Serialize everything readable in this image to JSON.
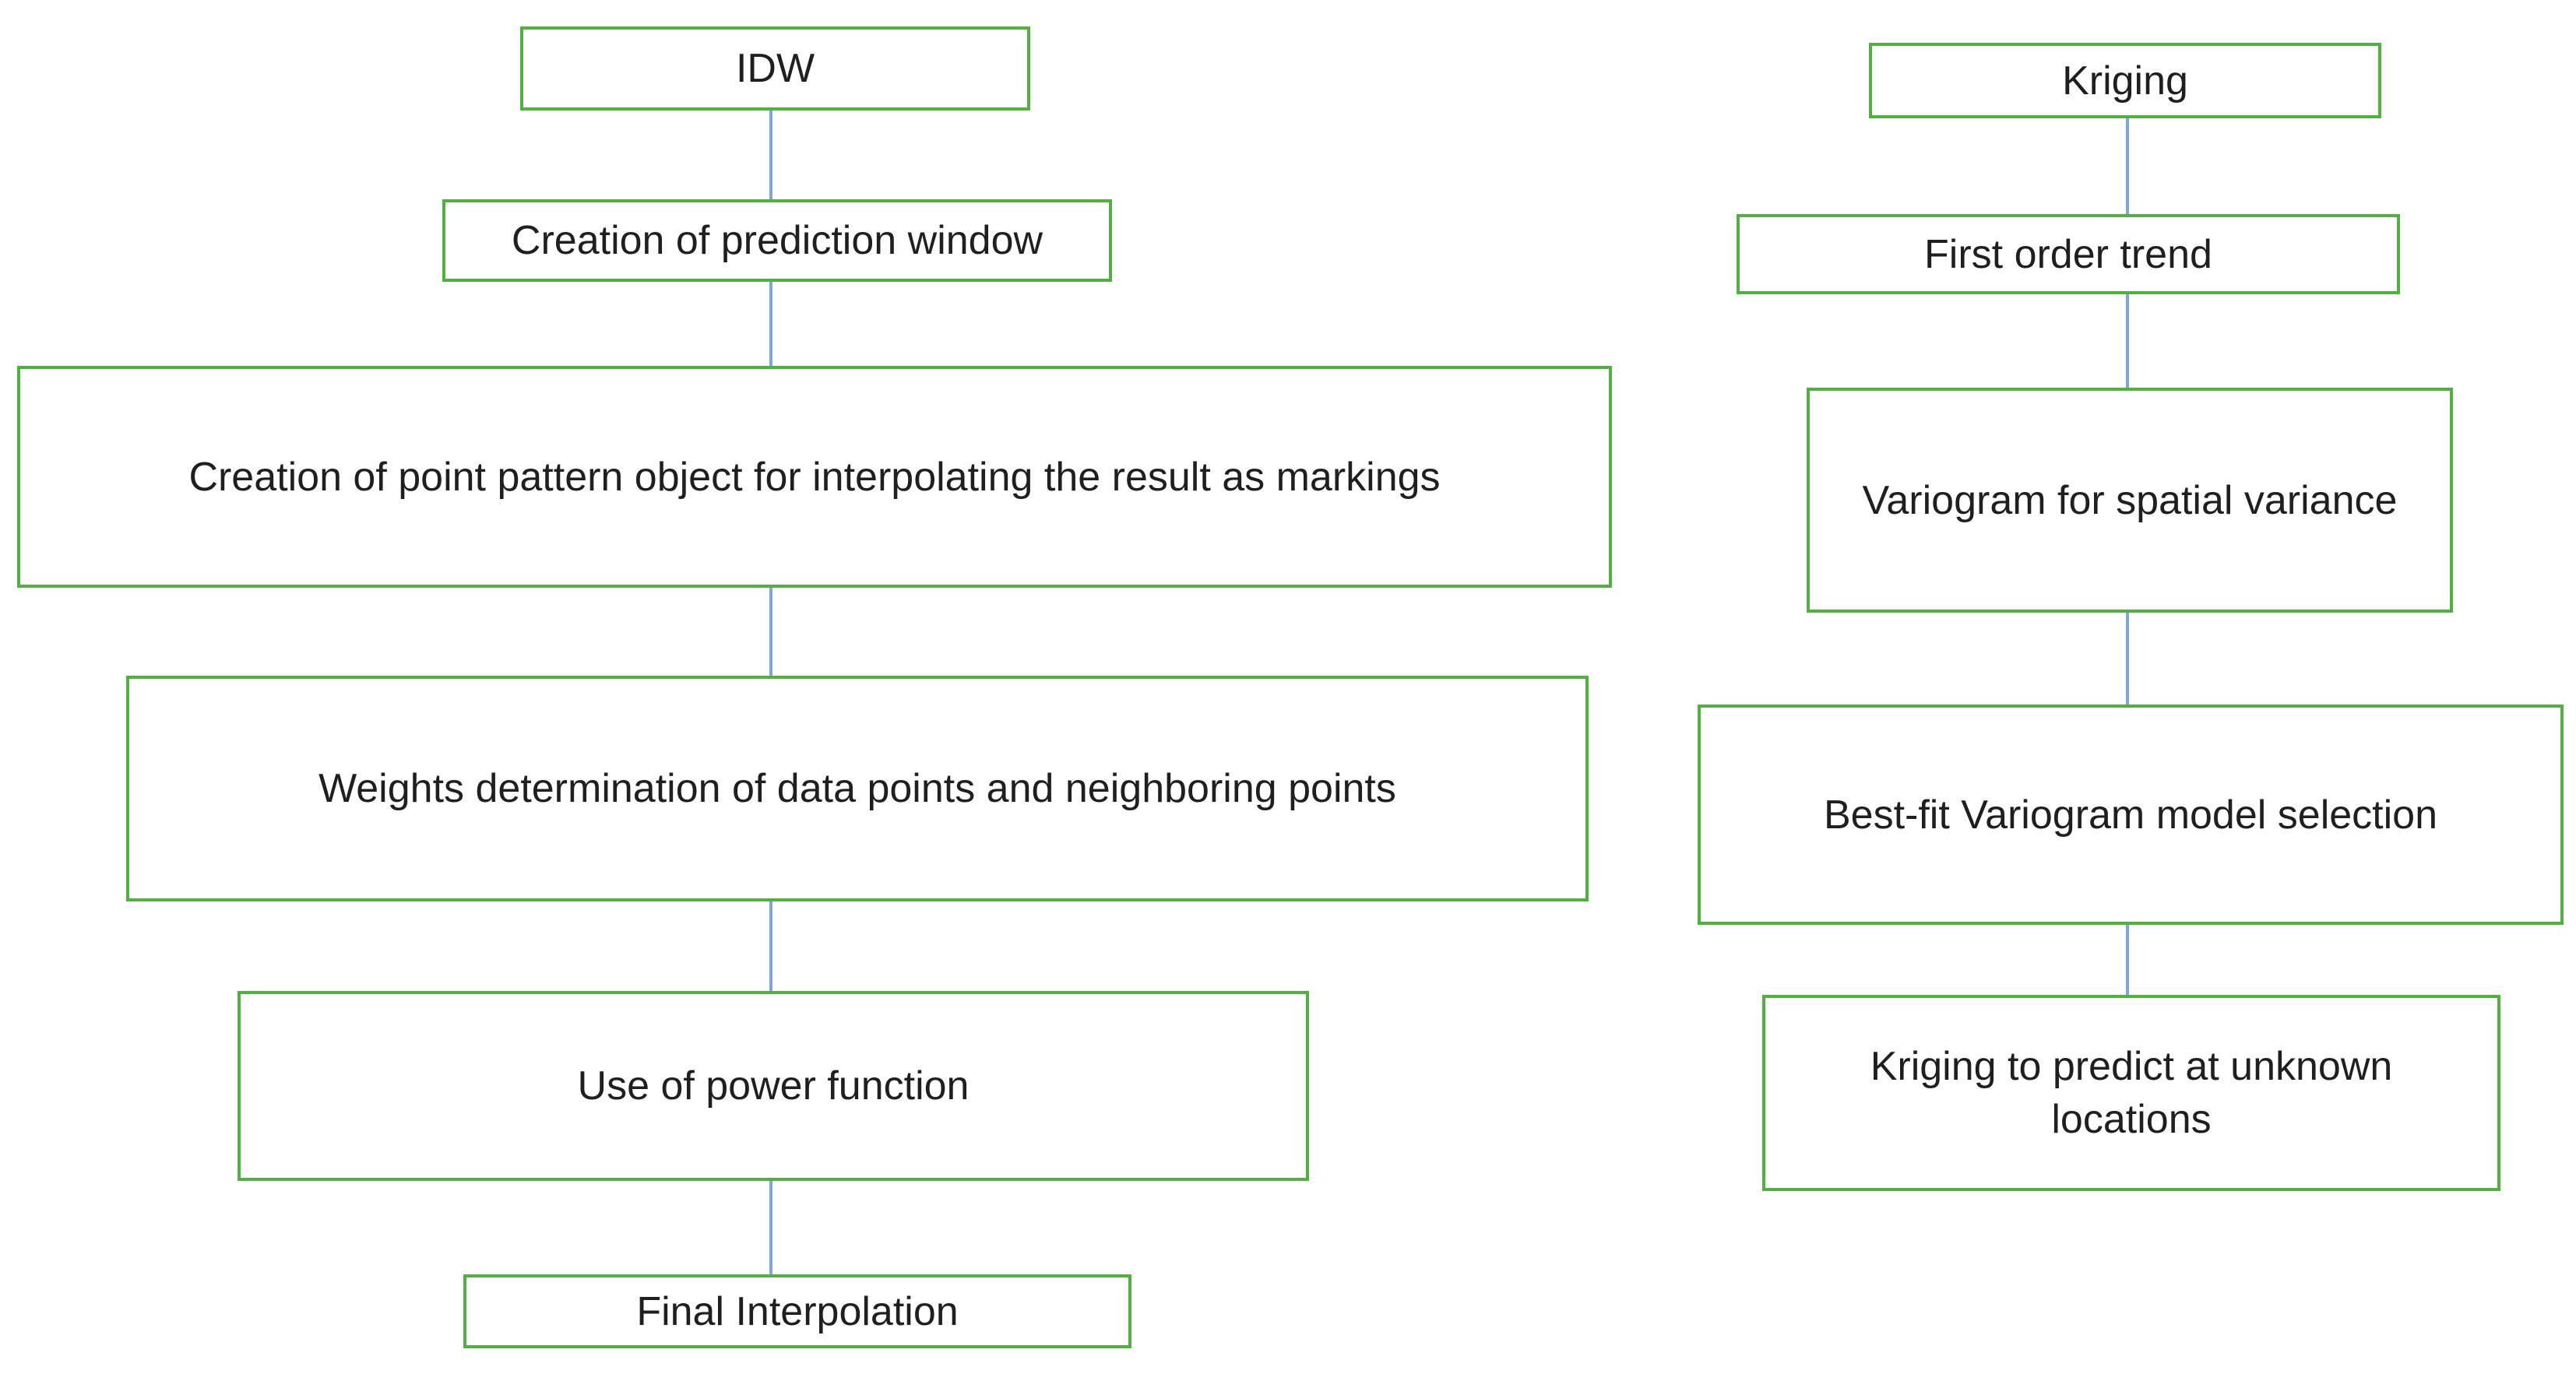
{
  "flowchart": {
    "background_color": "#ffffff",
    "box_border_color": "#52b043",
    "connector_color": "#7da7d8",
    "text_color": "#1f1f1f",
    "idw_column": {
      "nodes": [
        "IDW",
        "Creation of prediction window",
        "Creation of point pattern object for interpolating the result as markings",
        "Weights determination of data points and neighboring points",
        "Use of power function",
        "Final Interpolation"
      ]
    },
    "kriging_column": {
      "nodes": [
        "Kriging",
        "First order trend",
        "Variogram for spatial variance",
        "Best-fit Variogram model selection",
        "Kriging to predict at unknown locations"
      ]
    }
  }
}
